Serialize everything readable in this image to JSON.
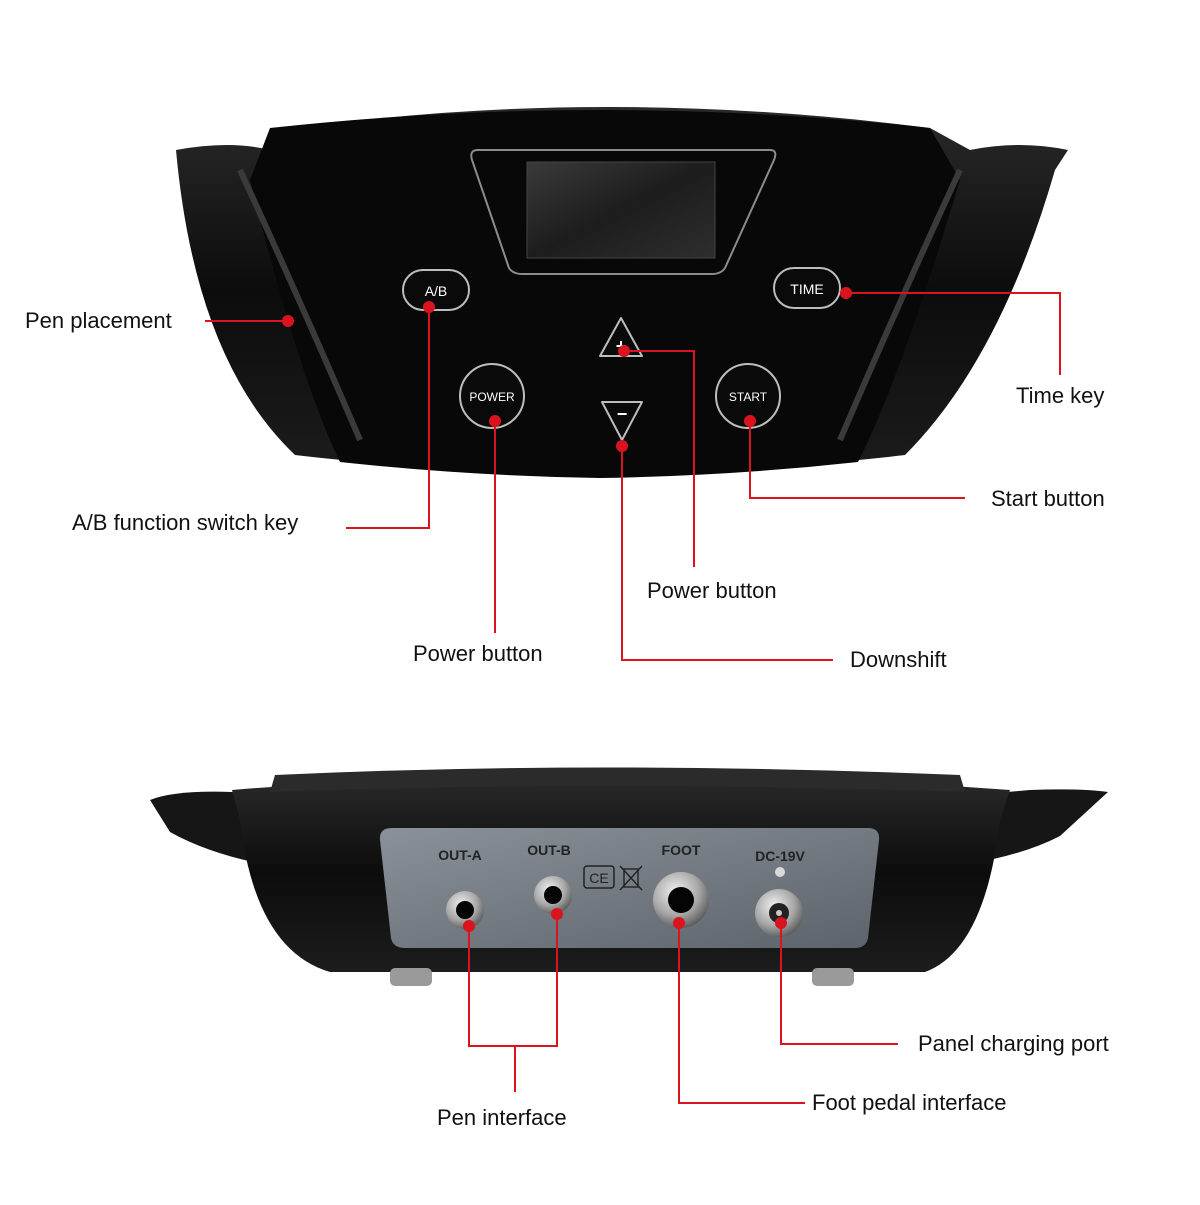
{
  "accent_color": "#d9141e",
  "top_view": {
    "buttons": {
      "ab": "A/B",
      "time": "TIME",
      "power": "POWER",
      "start": "START",
      "up": "+",
      "down": "−"
    },
    "callouts": {
      "pen_placement": "Pen placement",
      "time_key": "Time key",
      "start_button": "Start button",
      "ab_switch": "A/B function switch key",
      "power_button_up": "Power button",
      "power_button": "Power button",
      "downshift": "Downshift"
    }
  },
  "bottom_view": {
    "ports": {
      "out_a": "OUT-A",
      "out_b": "OUT-B",
      "foot": "FOOT",
      "dc": "DC-19V"
    },
    "marks": {
      "ce": "CE"
    },
    "callouts": {
      "pen_interface": "Pen interface",
      "foot_pedal": "Foot pedal interface",
      "charging_port": "Panel charging port"
    }
  }
}
